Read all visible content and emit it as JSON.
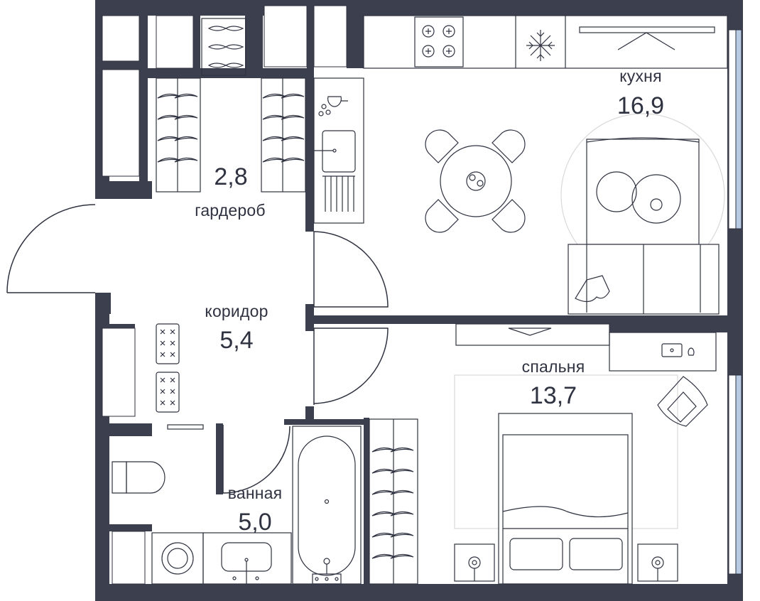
{
  "rooms": {
    "kitchen": {
      "name": "кухня",
      "area": "16,9"
    },
    "wardrobe": {
      "name": "гардероб",
      "area": "2,8"
    },
    "corridor": {
      "name": "коридор",
      "area": "5,4"
    },
    "bedroom": {
      "name": "спальня",
      "area": "13,7"
    },
    "bathroom": {
      "name": "ванная",
      "area": "5,0"
    }
  },
  "colors": {
    "wall": "#3c3f4d",
    "line": "#2f3240",
    "window": "#b9cbe3",
    "rug": "#d9d9d9",
    "background": "#ffffff"
  }
}
